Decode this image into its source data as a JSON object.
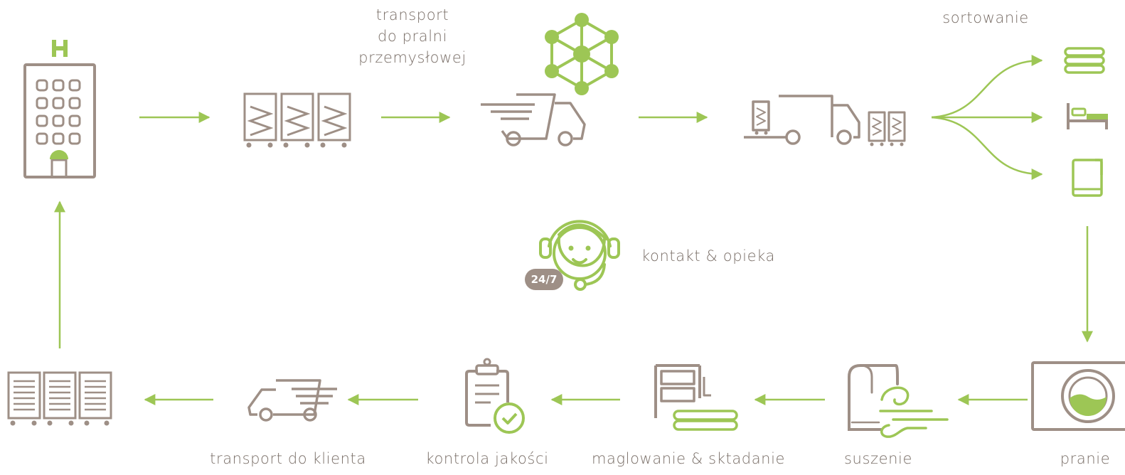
{
  "colors": {
    "brown": "#9e8f86",
    "green": "#9dc655",
    "text": "#7a6f68",
    "badge": "#9e8f86"
  },
  "labels": {
    "transport_to_laundry": "transport\ndo pralni\nprzemysłowej",
    "sorting": "sortowanie",
    "contact": "kontakt & opieka",
    "badge": "24/7",
    "transport_to_client": "transport do klienta",
    "quality_control": "kontrola jakości",
    "mangling": "maglowanie & sktadanie",
    "drying": "suszenie",
    "washing": "pranie"
  },
  "icons": [
    "hotel-icon",
    "laundry-carts-icon",
    "delivery-truck-icon",
    "network-icon",
    "loading-truck-icon",
    "towels-icon",
    "bed-icon",
    "napkin-icon",
    "washing-machine-icon",
    "drying-icon",
    "mangle-icon",
    "clipboard-check-icon",
    "return-truck-icon",
    "clean-carts-icon",
    "support-agent-icon"
  ]
}
